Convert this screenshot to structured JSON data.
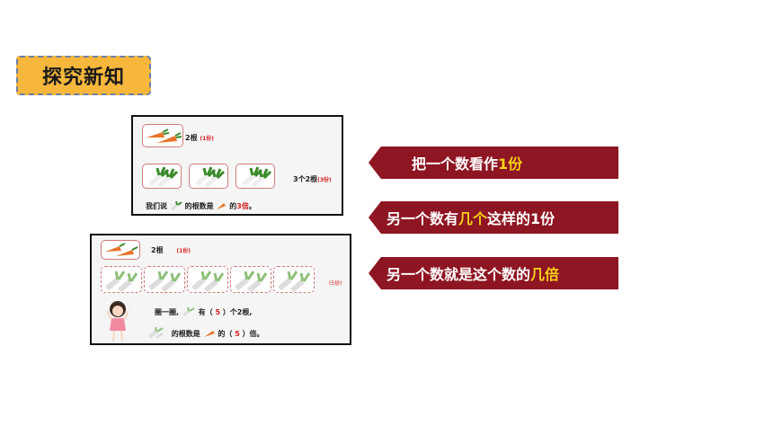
{
  "title": "探究新知",
  "panel1": {
    "row1_label": "2根",
    "row1_note": "(1份)",
    "row2_label": "3个2根",
    "row2_note": "(3份)",
    "sentence_a": "我们说",
    "sentence_b": "的根数是",
    "sentence_c": "的",
    "sentence_times": "3倍",
    "sentence_end": "。"
  },
  "panel2": {
    "row1_label": "2根",
    "row1_note": "(1份)",
    "row2_note": "(5份)",
    "line1_a": "圈一圈,",
    "line1_b": "有（",
    "line1_num": "5",
    "line1_c": "）个2根,",
    "line2_a": "的根数是",
    "line2_b": "的（",
    "line2_num": "5",
    "line2_c": "）倍。"
  },
  "banners": {
    "b1_text": "把一个数看作",
    "b1_hl": "1份",
    "b2_text_a": "另一个数有",
    "b2_hl": "几个",
    "b2_text_b": "这样的1份",
    "b3_text": "另一个数就是这个数的",
    "b3_hl": "几倍"
  },
  "colors": {
    "banner": "#8e1522",
    "highlight": "#f5d21a",
    "badge": "#f6b73c"
  }
}
